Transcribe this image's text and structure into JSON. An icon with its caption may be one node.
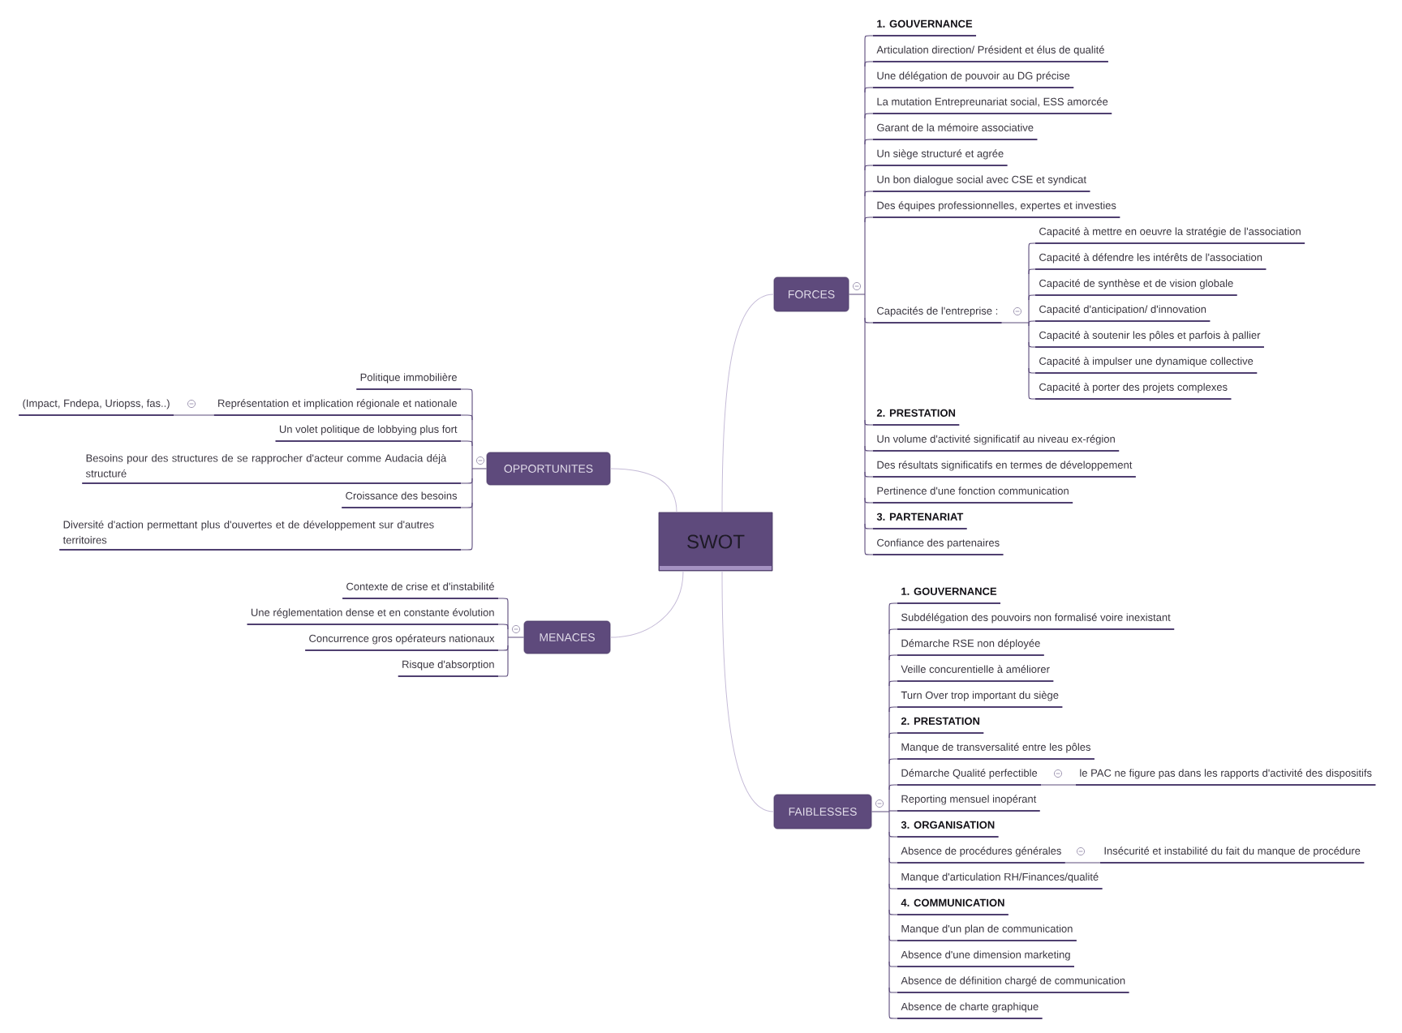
{
  "diagram": {
    "nodes": [
      {
        "text": [
          "SWOT"
        ]
      },
      {
        "text": [
          "FORCES"
        ]
      },
      {
        "text": [
          "1. GOUVERNANCE"
        ]
      },
      {
        "text": [
          "Articulation direction/ Président et élus de qualité"
        ]
      },
      {
        "text": [
          "Une délégation de pouvoir au DG précise"
        ]
      },
      {
        "text": [
          "La mutation Entrepreunariat social, ESS amorcée"
        ]
      },
      {
        "text": [
          "Garant de la mémoire associative"
        ]
      },
      {
        "text": [
          "Un siège structuré et agrée"
        ]
      },
      {
        "text": [
          "Un bon dialogue social avec CSE et syndicat"
        ]
      },
      {
        "text": [
          "Des équipes professionnelles, expertes et investies"
        ]
      },
      {
        "text": [
          "Capacités de l'entreprise :"
        ]
      },
      {
        "text": [
          "Capacité à mettre en oeuvre la stratégie de l'association"
        ]
      },
      {
        "text": [
          "Capacité à défendre les intérêts de l'association"
        ]
      },
      {
        "text": [
          "Capacité de synthèse et de vision globale"
        ]
      },
      {
        "text": [
          "Capacité d'anticipation/ d'innovation"
        ]
      },
      {
        "text": [
          "Capacité à soutenir les pôles et parfois à pallier"
        ]
      },
      {
        "text": [
          "Capacité à impulser une dynamique collective"
        ]
      },
      {
        "text": [
          "Capacité à porter des projets complexes"
        ]
      },
      {
        "text": [
          "2. PRESTATION"
        ]
      },
      {
        "text": [
          "Un volume d'activité significatif au niveau ex-région"
        ]
      },
      {
        "text": [
          "Des résultats significatifs en termes de développement"
        ]
      },
      {
        "text": [
          "Pertinence d'une fonction communication"
        ]
      },
      {
        "text": [
          "3. PARTENARIAT"
        ]
      },
      {
        "text": [
          "Confiance des partenaires"
        ]
      },
      {
        "text": [
          "OPPORTUNITES"
        ]
      },
      {
        "text": [
          "Politique immobilière"
        ]
      },
      {
        "text": [
          "Représentation et implication régionale et nationale"
        ]
      },
      {
        "text": [
          "(Impact, Fndepa, Uriopss, fas..)"
        ]
      },
      {
        "text": [
          "Un volet politique de lobbying plus fort"
        ]
      },
      {
        "text": [
          "Besoins pour des structures de se rapprocher d'acteur comme Audacia déjà structuré"
        ]
      },
      {
        "text": [
          "Croissance des besoins"
        ]
      },
      {
        "text": [
          "Diversité d'action permettant plus d'ouvertes et de développement sur d'autres territoires"
        ]
      },
      {
        "text": [
          "MENACES"
        ]
      },
      {
        "text": [
          "Contexte de crise et d'instabilité"
        ]
      },
      {
        "text": [
          "Une réglementation dense et en constante évolution"
        ]
      },
      {
        "text": [
          "Concurrence gros opérateurs nationaux"
        ]
      },
      {
        "text": [
          "Risque d'absorption"
        ]
      },
      {
        "text": [
          "FAIBLESSES"
        ]
      },
      {
        "text": [
          "1. GOUVERNANCE"
        ]
      },
      {
        "text": [
          "Subdélégation des pouvoirs non formalisé voire inexistant"
        ]
      },
      {
        "text": [
          "Démarche RSE non déployée"
        ]
      },
      {
        "text": [
          "Veille concurentielle à améliorer"
        ]
      },
      {
        "text": [
          "Turn Over trop important du siège"
        ]
      },
      {
        "text": [
          "2. PRESTATION"
        ]
      },
      {
        "text": [
          "Manque de transversalité entre les pôles"
        ]
      },
      {
        "text": [
          "Démarche Qualité perfectible"
        ]
      },
      {
        "text": [
          "le PAC ne figure pas dans les rapports d'activité des dispositifs"
        ]
      },
      {
        "text": [
          "Reporting mensuel inopérant"
        ]
      },
      {
        "text": [
          "3. ORGANISATION"
        ]
      },
      {
        "text": [
          "Absence de procédures générales"
        ]
      },
      {
        "text": [
          "Insécurité et instabilité du fait du manque de procédure"
        ]
      },
      {
        "text": [
          "Manque d'articulation RH/Finances/qualité"
        ]
      },
      {
        "text": [
          "4. COMMUNICATION"
        ]
      },
      {
        "text": [
          "Manque d'un plan de communication"
        ]
      },
      {
        "text": [
          "Absence d'une dimension marketing"
        ]
      },
      {
        "text": [
          "Absence de définition chargé de communication"
        ]
      },
      {
        "text": [
          "Absence de charte graphique"
        ]
      }
    ],
    "edges": [
      {
        "from": 0,
        "to": 1,
        "arrow": "none",
        "color": "#c6bcd8"
      },
      {
        "from": 0,
        "to": 24,
        "arrow": "none",
        "color": "#c6bcd8"
      },
      {
        "from": 0,
        "to": 32,
        "arrow": "none",
        "color": "#c6bcd8"
      },
      {
        "from": 0,
        "to": 37,
        "arrow": "none",
        "color": "#c6bcd8"
      },
      {
        "from": 1,
        "to": 2,
        "arrow": "none"
      },
      {
        "from": 1,
        "to": 3,
        "arrow": "none"
      },
      {
        "from": 1,
        "to": 4,
        "arrow": "none"
      },
      {
        "from": 1,
        "to": 5,
        "arrow": "none"
      },
      {
        "from": 1,
        "to": 6,
        "arrow": "none"
      },
      {
        "from": 1,
        "to": 7,
        "arrow": "none"
      },
      {
        "from": 1,
        "to": 8,
        "arrow": "none"
      },
      {
        "from": 1,
        "to": 9,
        "arrow": "none"
      },
      {
        "from": 1,
        "to": 10,
        "arrow": "none"
      },
      {
        "from": 10,
        "to": 11,
        "arrow": "none"
      },
      {
        "from": 10,
        "to": 12,
        "arrow": "none"
      },
      {
        "from": 10,
        "to": 13,
        "arrow": "none"
      },
      {
        "from": 10,
        "to": 14,
        "arrow": "none"
      },
      {
        "from": 10,
        "to": 15,
        "arrow": "none"
      },
      {
        "from": 10,
        "to": 16,
        "arrow": "none"
      },
      {
        "from": 10,
        "to": 17,
        "arrow": "none"
      },
      {
        "from": 1,
        "to": 18,
        "arrow": "none"
      },
      {
        "from": 1,
        "to": 19,
        "arrow": "none"
      },
      {
        "from": 1,
        "to": 20,
        "arrow": "none"
      },
      {
        "from": 1,
        "to": 21,
        "arrow": "none"
      },
      {
        "from": 1,
        "to": 22,
        "arrow": "none"
      },
      {
        "from": 1,
        "to": 23,
        "arrow": "none"
      },
      {
        "from": 24,
        "to": 25,
        "arrow": "none"
      },
      {
        "from": 24,
        "to": 26,
        "arrow": "none"
      },
      {
        "from": 26,
        "to": 27,
        "arrow": "none"
      },
      {
        "from": 24,
        "to": 28,
        "arrow": "none"
      },
      {
        "from": 24,
        "to": 29,
        "arrow": "none"
      },
      {
        "from": 24,
        "to": 30,
        "arrow": "none"
      },
      {
        "from": 24,
        "to": 31,
        "arrow": "none"
      },
      {
        "from": 32,
        "to": 33,
        "arrow": "none"
      },
      {
        "from": 32,
        "to": 34,
        "arrow": "none"
      },
      {
        "from": 32,
        "to": 35,
        "arrow": "none"
      },
      {
        "from": 32,
        "to": 36,
        "arrow": "none"
      },
      {
        "from": 37,
        "to": 38,
        "arrow": "none"
      },
      {
        "from": 37,
        "to": 39,
        "arrow": "none"
      },
      {
        "from": 37,
        "to": 40,
        "arrow": "none"
      },
      {
        "from": 37,
        "to": 41,
        "arrow": "none"
      },
      {
        "from": 37,
        "to": 42,
        "arrow": "none"
      },
      {
        "from": 37,
        "to": 43,
        "arrow": "none"
      },
      {
        "from": 37,
        "to": 44,
        "arrow": "none"
      },
      {
        "from": 37,
        "to": 45,
        "arrow": "none"
      },
      {
        "from": 45,
        "to": 46,
        "arrow": "none"
      },
      {
        "from": 37,
        "to": 47,
        "arrow": "none"
      },
      {
        "from": 37,
        "to": 48,
        "arrow": "none"
      },
      {
        "from": 37,
        "to": 49,
        "arrow": "none"
      },
      {
        "from": 49,
        "to": 50,
        "arrow": "none"
      },
      {
        "from": 37,
        "to": 51,
        "arrow": "none"
      },
      {
        "from": 37,
        "to": 52,
        "arrow": "none"
      },
      {
        "from": 37,
        "to": 53,
        "arrow": "none"
      },
      {
        "from": 37,
        "to": 54,
        "arrow": "none"
      },
      {
        "from": 37,
        "to": 55,
        "arrow": "none"
      },
      {
        "from": 37,
        "to": 56,
        "arrow": "none"
      }
    ]
  }
}
